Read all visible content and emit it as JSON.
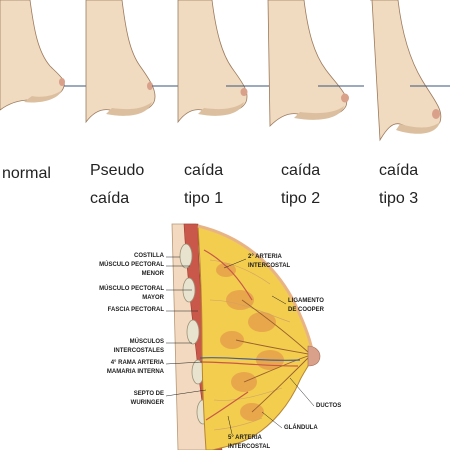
{
  "colors": {
    "skin": "#f0dac0",
    "skin_shade": "#dcbf9f",
    "skin_line": "#9c7a5c",
    "reference_line": "#3a5578",
    "nipple": "#d9a08a",
    "tissue_yellow": "#f2cd4e",
    "tissue_orange": "#e59a4b",
    "muscle": "#c9584a",
    "vein": "#4c5f8c",
    "rib": "#e8e3cf",
    "leader": "#222222"
  },
  "stages": [
    {
      "id": "normal",
      "label": "normal"
    },
    {
      "id": "pseudo",
      "label": "Pseudo\ncaída"
    },
    {
      "id": "t1",
      "label": "caída\ntipo 1"
    },
    {
      "id": "t2",
      "label": "caída\ntipo 2"
    },
    {
      "id": "t3",
      "label": "caída\ntipo 3"
    }
  ],
  "anatomy": {
    "costilla": "COSTILLA",
    "musculo_pectoral_menor": "MÚSCULO PECTORAL\nMENOR",
    "musculo_pectoral_mayor": "MÚSCULO PECTORAL\nMAYOR",
    "fascia_pectoral": "FASCIA PECTORAL",
    "musculos_intercostales": "MÚSCULOS\nINTERCOSTALES",
    "rama_arteria": "4° RAMA ARTERIA\nMAMARIA INTERNA",
    "septo": "SEPTO DE\nWURINGER",
    "arteria_2": "2° ARTERIA\nINTERCOSTAL",
    "ligamento": "LIGAMENTO\nDE COOPER",
    "ductos": "DUCTOS",
    "glandula": "GLÁNDULA",
    "arteria_5": "5° ARTERIA\nINTERCOSTAL"
  }
}
